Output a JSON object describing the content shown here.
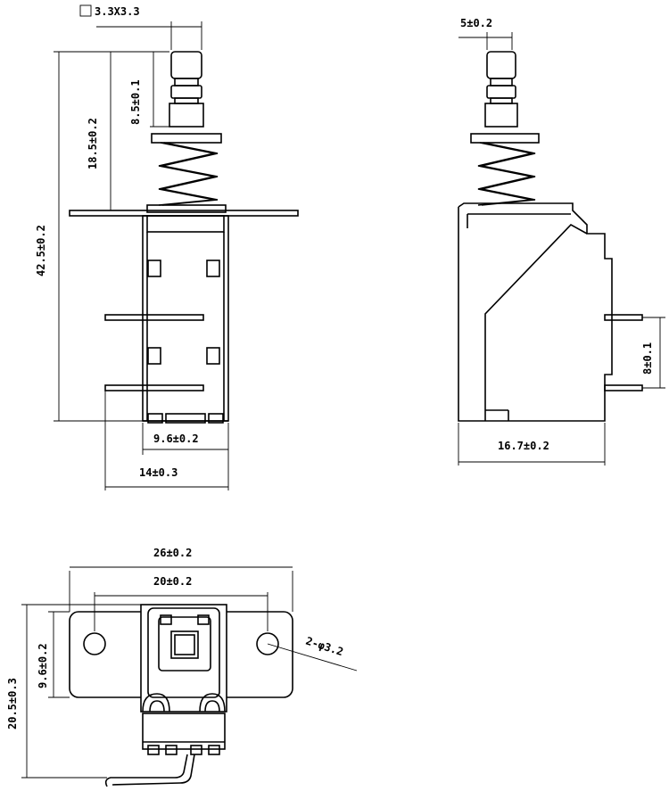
{
  "front_view": {
    "shaft_square": "3.3X3.3",
    "shaft_height": "8.5±0.1",
    "plunger_travel": "18.5±0.2",
    "overall_height": "42.5±0.2",
    "body_width": "9.6±0.2",
    "terminal_span": "14±0.3"
  },
  "side_view": {
    "shaft_width": "5±0.2",
    "pin_pitch": "8±0.1",
    "body_depth": "16.7±0.2"
  },
  "bottom_view": {
    "flange_length": "26±0.2",
    "hole_pitch": "20±0.2",
    "flange_width": "9.6±0.2",
    "overall_width": "20.5±0.3",
    "hole_callout": "2-φ3.2"
  }
}
